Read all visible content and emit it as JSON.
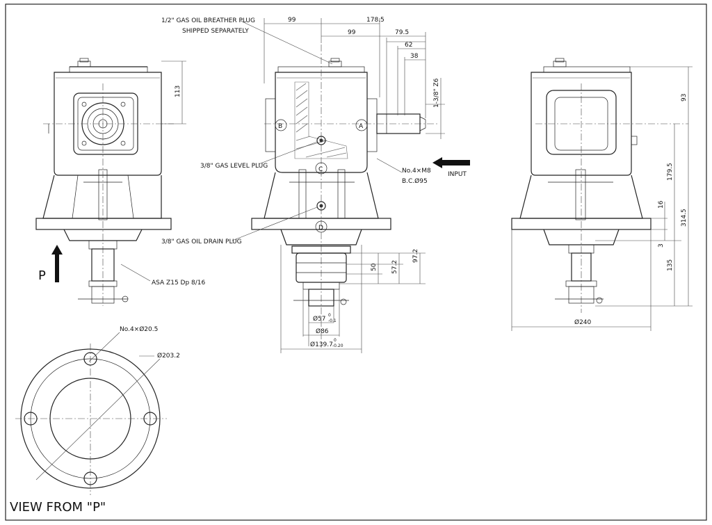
{
  "notes": {
    "breather": "1/2\" GAS OIL BREATHER PLUG",
    "shipped": "SHIPPED SEPARATELY",
    "level_plug": "3/8\" GAS LEVEL PLUG",
    "drain_plug": "3/8\" GAS OIL DRAIN PLUG",
    "spline": "ASA Z15 Dp 8/16",
    "input_bolts": "No.4×M8",
    "input_bc": "B.C.Ø95",
    "input": "INPUT",
    "holes": "No.4×Ø20.5",
    "pcd": "Ø203.2",
    "view_p": "VIEW FROM \"P\"",
    "p_arrow": "P",
    "shaft": "1-3/8\" Z6"
  },
  "markers": [
    "A",
    "B",
    "C",
    "D"
  ],
  "dims": {
    "d99a": "99",
    "d1785": "178.5",
    "d99b": "99",
    "d795": "79.5",
    "d62": "62",
    "d38": "38",
    "d113": "113",
    "d93": "93",
    "d1795": "179.5",
    "d16": "16",
    "d3145": "314.5",
    "d3": "3",
    "d135": "135",
    "d972": "97.2",
    "d572": "57.2",
    "d50": "50",
    "d57": "Ø57",
    "d57_tol_up": "0",
    "d57_tol_lo": "-0.1",
    "d86": "Ø86",
    "d1397": "Ø139.7",
    "d1397_tol_up": "0",
    "d1397_tol_lo": "-0.20",
    "d240": "Ø240"
  }
}
